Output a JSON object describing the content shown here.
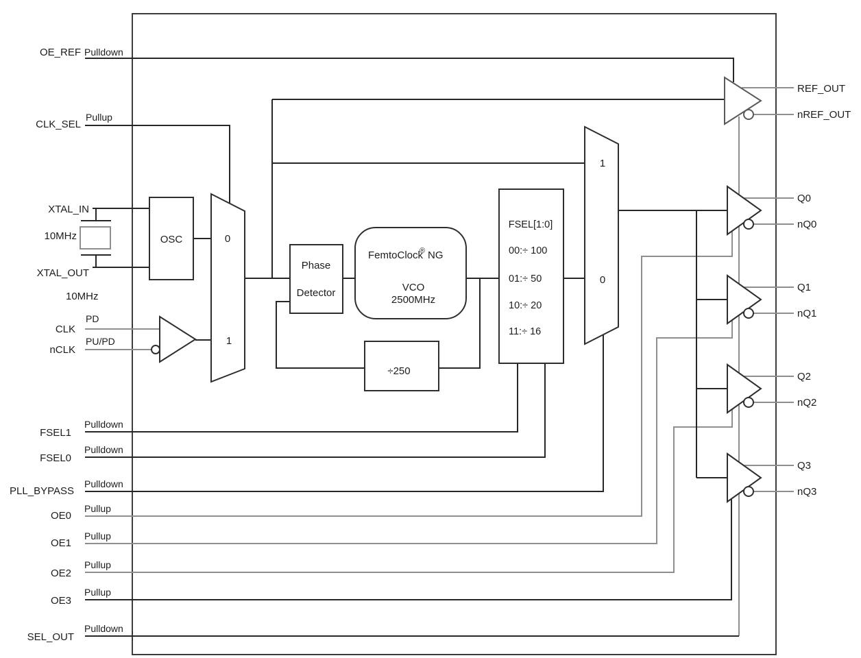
{
  "diagram": {
    "pins_left": {
      "oe_ref": {
        "name": "OE_REF",
        "res": "Pulldown"
      },
      "clk_sel": {
        "name": "CLK_SEL",
        "res": "Pullup"
      },
      "xtal_in": {
        "name": "XTAL_IN"
      },
      "xtal_out": {
        "name": "XTAL_OUT"
      },
      "xtal_freq": "10MHz",
      "clk_input_freq": "10MHz",
      "clk": {
        "name": "CLK",
        "res": "PD"
      },
      "nclk": {
        "name": "nCLK",
        "res": "PU/PD"
      },
      "fsel1": {
        "name": "FSEL1",
        "res": "Pulldown"
      },
      "fsel0": {
        "name": "FSEL0",
        "res": "Pulldown"
      },
      "pll_bypass": {
        "name": "PLL_BYPASS",
        "res": "Pulldown"
      },
      "oe0": {
        "name": "OE0",
        "res": "Pullup"
      },
      "oe1": {
        "name": "OE1",
        "res": "Pullup"
      },
      "oe2": {
        "name": "OE2",
        "res": "Pullup"
      },
      "oe3": {
        "name": "OE3",
        "res": "Pullup"
      },
      "sel_out": {
        "name": "SEL_OUT",
        "res": "Pulldown"
      }
    },
    "blocks": {
      "osc": "OSC",
      "input_mux": {
        "in0": "0",
        "in1": "1"
      },
      "phase_detector": {
        "line1": "Phase",
        "line2": "Detector"
      },
      "vco": {
        "brand": "FemtoClock",
        "reg": "®",
        "brand2": "NG",
        "line2": "VCO",
        "line3": "2500MHz"
      },
      "feedback_divider": "÷250",
      "fsel": {
        "title": "FSEL[1:0]",
        "rows": [
          "00:÷ 100",
          "01:÷ 50",
          "10:÷ 20",
          "11:÷ 16"
        ]
      },
      "output_mux": {
        "in1": "1",
        "in0": "0"
      }
    },
    "pins_right": {
      "ref_out": "REF_OUT",
      "nref_out": "nREF_OUT",
      "q0": "Q0",
      "nq0": "nQ0",
      "q1": "Q1",
      "nq1": "nQ1",
      "q2": "Q2",
      "nq2": "nQ2",
      "q3": "Q3",
      "nq3": "nQ3"
    }
  }
}
